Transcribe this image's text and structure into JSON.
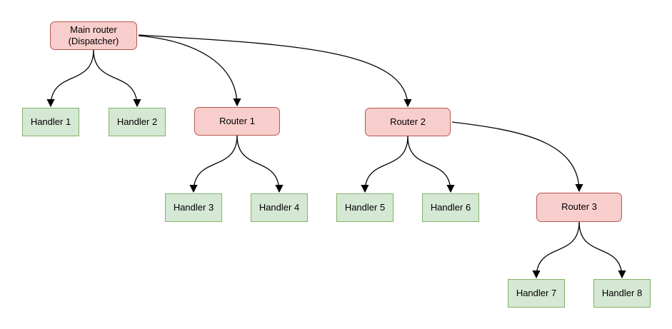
{
  "diagram": {
    "background": "#ffffff",
    "edge_color": "#000000",
    "text_color": "#000000",
    "node_styles": {
      "router": {
        "fill": "#f8cecc",
        "border": "#b85450"
      },
      "handler": {
        "fill": "#d5e8d4",
        "border": "#82b366"
      }
    },
    "nodes": [
      {
        "id": "main-router",
        "type": "router",
        "label": "Main router\n(Dispatcher)"
      },
      {
        "id": "handler-1",
        "type": "handler",
        "label": "Handler 1"
      },
      {
        "id": "handler-2",
        "type": "handler",
        "label": "Handler 2"
      },
      {
        "id": "router-1",
        "type": "router",
        "label": "Router 1"
      },
      {
        "id": "router-2",
        "type": "router",
        "label": "Router 2"
      },
      {
        "id": "handler-3",
        "type": "handler",
        "label": "Handler 3"
      },
      {
        "id": "handler-4",
        "type": "handler",
        "label": "Handler 4"
      },
      {
        "id": "handler-5",
        "type": "handler",
        "label": "Handler 5"
      },
      {
        "id": "handler-6",
        "type": "handler",
        "label": "Handler 6"
      },
      {
        "id": "router-3",
        "type": "router",
        "label": "Router 3"
      },
      {
        "id": "handler-7",
        "type": "handler",
        "label": "Handler 7"
      },
      {
        "id": "handler-8",
        "type": "handler",
        "label": "Handler 8"
      }
    ],
    "edges": [
      {
        "from": "main-router",
        "to": "handler-1"
      },
      {
        "from": "main-router",
        "to": "handler-2"
      },
      {
        "from": "main-router",
        "to": "router-1"
      },
      {
        "from": "main-router",
        "to": "router-2"
      },
      {
        "from": "router-1",
        "to": "handler-3"
      },
      {
        "from": "router-1",
        "to": "handler-4"
      },
      {
        "from": "router-2",
        "to": "handler-5"
      },
      {
        "from": "router-2",
        "to": "handler-6"
      },
      {
        "from": "router-2",
        "to": "router-3"
      },
      {
        "from": "router-3",
        "to": "handler-7"
      },
      {
        "from": "router-3",
        "to": "handler-8"
      }
    ]
  }
}
